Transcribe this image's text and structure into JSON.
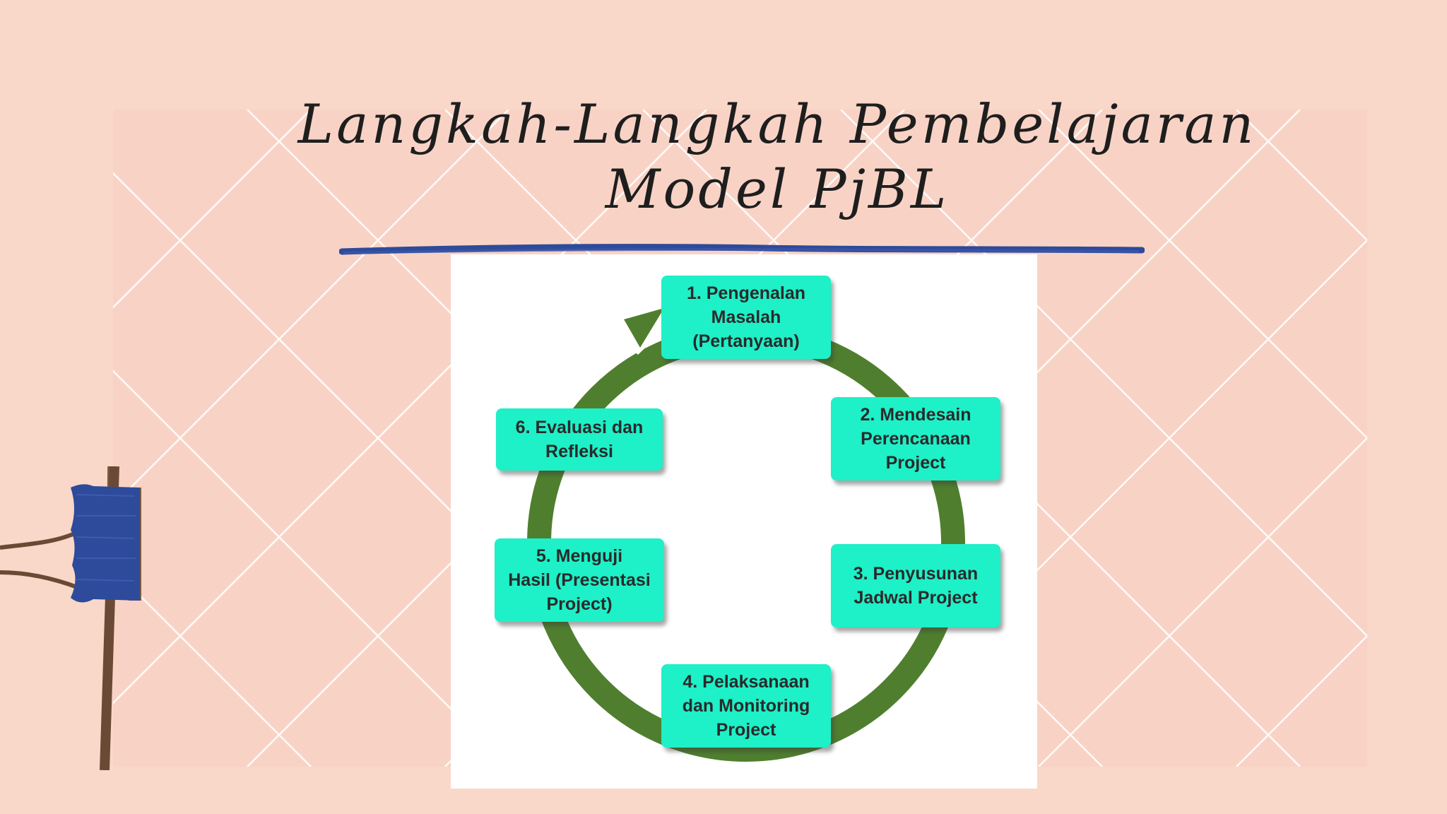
{
  "slide": {
    "title_line_1": "Langkah-Langkah Pembelajaran",
    "title_line_2": "Model PjBL",
    "accent_color": "#2e4a9a",
    "background_color": "#f9d7c9"
  },
  "diagram": {
    "cycle_color": "#4f7f2e",
    "box_color": "#1ef0c8",
    "steps": [
      {
        "label": "1. Pengenalan\nMasalah\n(Pertanyaan)"
      },
      {
        "label": "2. Mendesain\nPerencanaan\nProject"
      },
      {
        "label": "3. Penyusunan\nJadwal Project"
      },
      {
        "label": "4. Pelaksanaan\ndan Monitoring\nProject"
      },
      {
        "label": "5.  Menguji\nHasil (Presentasi\nProject)"
      },
      {
        "label": "6. Evaluasi dan\nRefleksi"
      }
    ]
  }
}
